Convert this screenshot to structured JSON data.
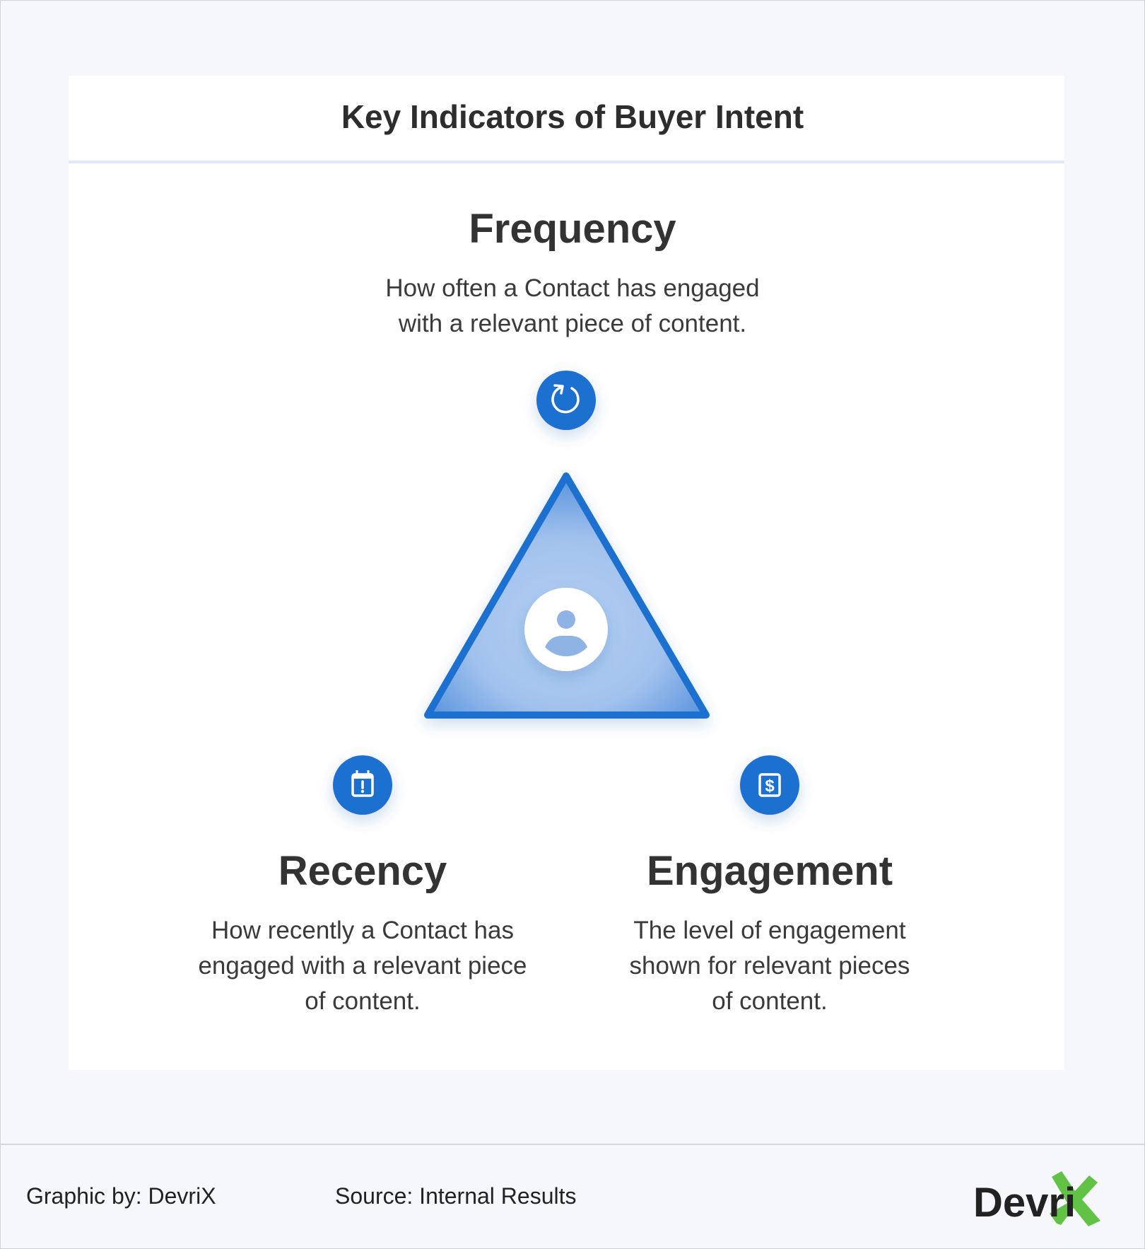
{
  "header": {
    "title": "Key Indicators of Buyer Intent"
  },
  "indicators": [
    {
      "title": "Frequency",
      "description_lines": [
        "How often a Contact has engaged",
        "with a relevant piece of content."
      ],
      "icon": "refresh-icon"
    },
    {
      "title": "Recency",
      "description_lines": [
        "How recently a Contact has",
        "engaged with a relevant piece",
        "of content."
      ],
      "icon": "calendar-alert-icon"
    },
    {
      "title": "Engagement",
      "description_lines": [
        "The level of engagement",
        "shown for relevant pieces",
        "of content."
      ],
      "icon": "dollar-icon"
    }
  ],
  "center_icon": "user-icon",
  "colors": {
    "accent": "#1e6fd0",
    "triangle_fill": "#a7c6ef",
    "logo_green": "#62c245",
    "background": "#f6f7fb"
  },
  "footer": {
    "credit": "Graphic by: DevriX",
    "source": "Source: Internal Results",
    "logo_text": "Devri"
  }
}
